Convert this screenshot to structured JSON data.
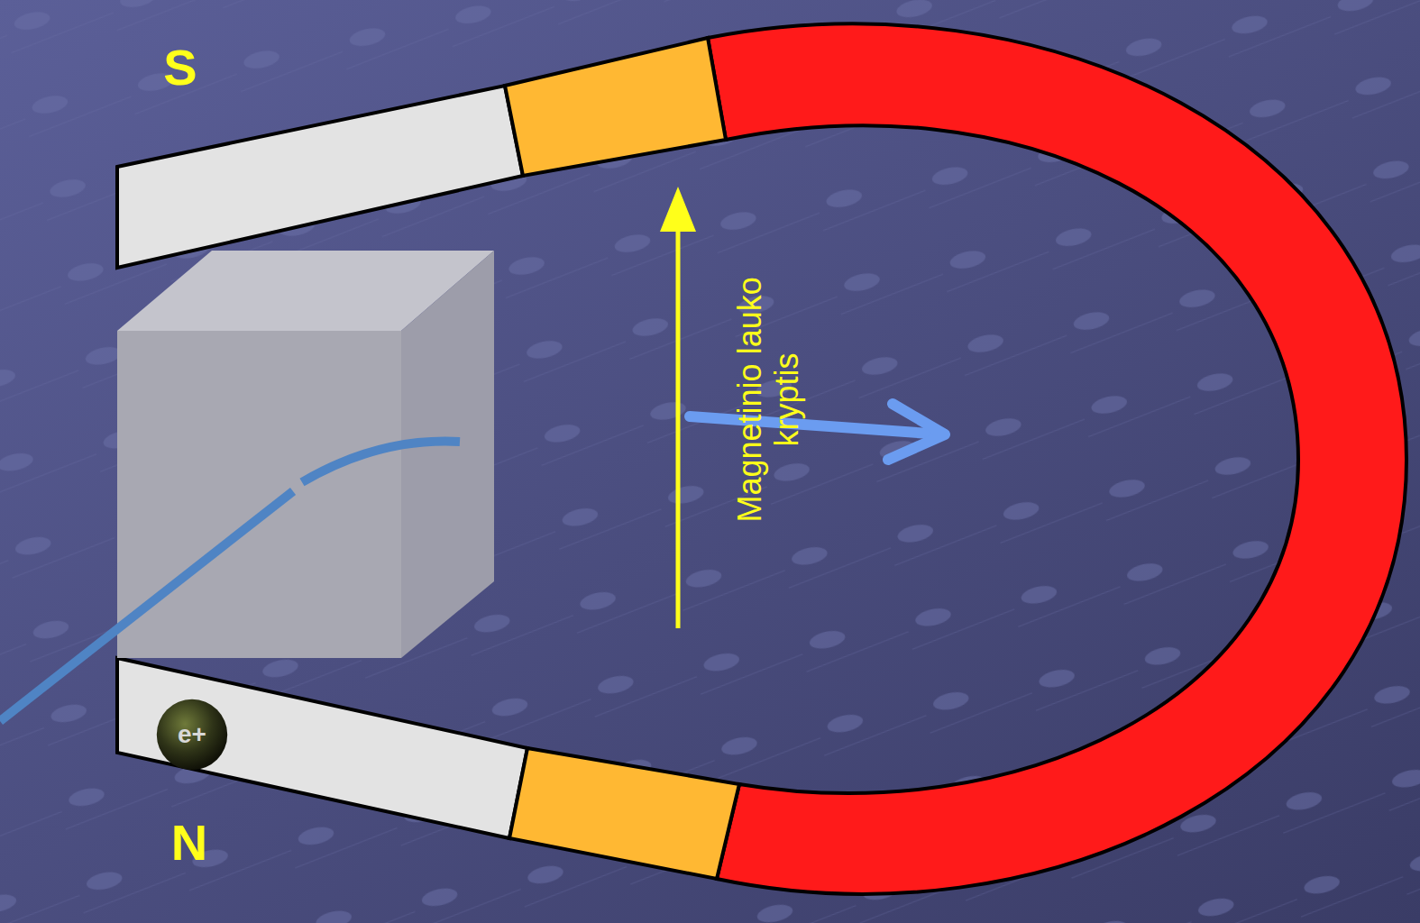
{
  "diagram": {
    "nodes": [
      {
        "text": [
          "e+"
        ]
      }
    ],
    "labels": [
      "S",
      "N",
      "Magnetinio lauko kryptis"
    ]
  }
}
